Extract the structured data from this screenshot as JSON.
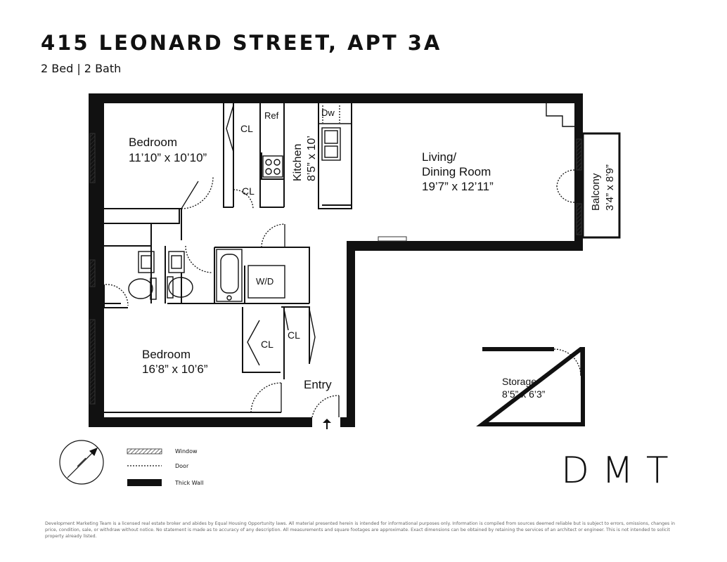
{
  "header": {
    "title": "415 LEONARD STREET, APT 3A",
    "subtitle": "2 Bed | 2 Bath"
  },
  "rooms": {
    "bedroom1": {
      "name": "Bedroom",
      "size": "11’10” x 10’10”"
    },
    "bedroom2": {
      "name": "Bedroom",
      "size": "16’8” x 10’6”"
    },
    "kitchen": {
      "name": "Kitchen",
      "size": "8’5” x 10’"
    },
    "living": {
      "name1": "Living/",
      "name2": "Dining Room",
      "size": "19’7” x 12’11”"
    },
    "balcony": {
      "name": "Balcony",
      "size": "3’4” x 8’9”"
    },
    "storage": {
      "name": "Storage",
      "size": "8’5” x 6’3”"
    },
    "entry": {
      "name": "Entry"
    }
  },
  "fixtures": {
    "cl": "CL",
    "ref": "Ref",
    "dw": "Dw",
    "wd": "W/D"
  },
  "legend": {
    "window": "Window",
    "door": "Door",
    "thick_wall": "Thick Wall"
  },
  "brand": "DMT",
  "disclaimer": "Development Marketing Team is a licensed real estate broker and abides by Equal Housing Opportunity laws. All material presented herein is intended for informational purposes only. Information is compiled from sources deemed reliable but is subject to errors, omissions, changes in price, condition, sale, or withdraw without notice. No statement is made as to accuracy of any description. All measurements and square footages are approximate. Exact dimensions can be obtained by retaining the services of an architect or engineer. This is not intended to solicit property already listed."
}
